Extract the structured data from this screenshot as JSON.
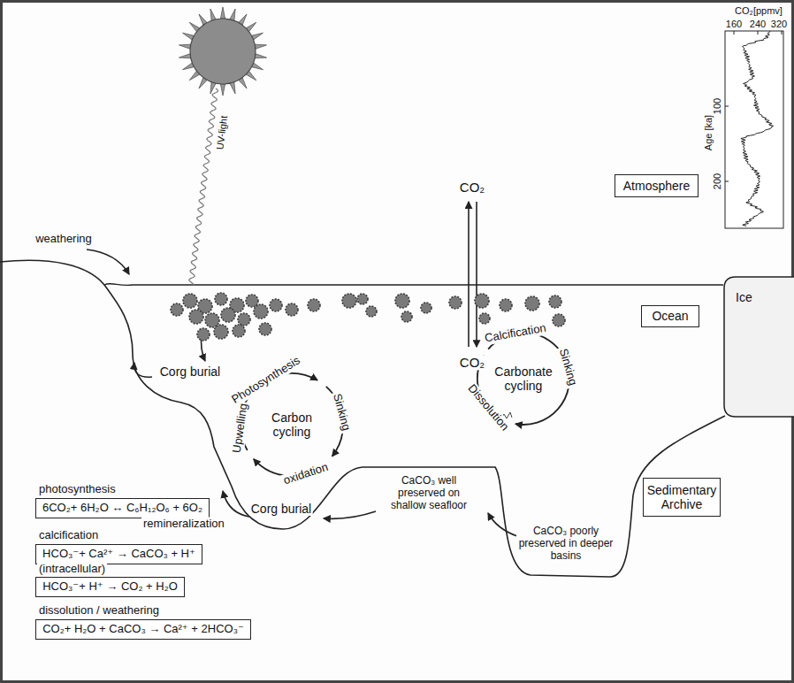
{
  "diagram": {
    "nodes": [
      {
        "text": [
          "Atmosphere"
        ]
      },
      {
        "text": [
          "Ocean"
        ]
      },
      {
        "text": [
          "Sedimentary Archive"
        ]
      },
      {
        "text": [
          "Ice"
        ]
      },
      {
        "text": [
          "6CO₂+ 6H₂O ↔ C₆H₁₂O₆ + 6O₂"
        ]
      },
      {
        "text": [
          "HCO₃⁻+ Ca²⁺ → CaCO₃ + H⁺"
        ]
      },
      {
        "text": [
          "HCO₃⁻+ H⁺ → CO₂ + H₂O"
        ]
      },
      {
        "text": [
          "CO₂+ H₂O + CaCO₃ → Ca²⁺ + 2HCO₃⁻"
        ]
      }
    ],
    "labels": [
      "CO₂[ppmv]",
      "160",
      "240",
      "320",
      "Age [ka]",
      "100",
      "200",
      "UV-light",
      "weathering",
      "CO₂",
      "CO₂",
      "Photosynthesis",
      "Sinking",
      "oxidation",
      "Upwelling",
      "Carbon cycling",
      "Calcification",
      "Sinking",
      "Dissolution",
      "Carbonate cycling",
      "Corg burial",
      "Corg burial",
      "CaCO₃ well preserved on shallow seafloor",
      "CaCO₃ poorly preserved in deeper basins",
      "photosynthesis",
      "remineralization",
      "calcification",
      "(intracellular)",
      "dissolution / weathering"
    ]
  }
}
